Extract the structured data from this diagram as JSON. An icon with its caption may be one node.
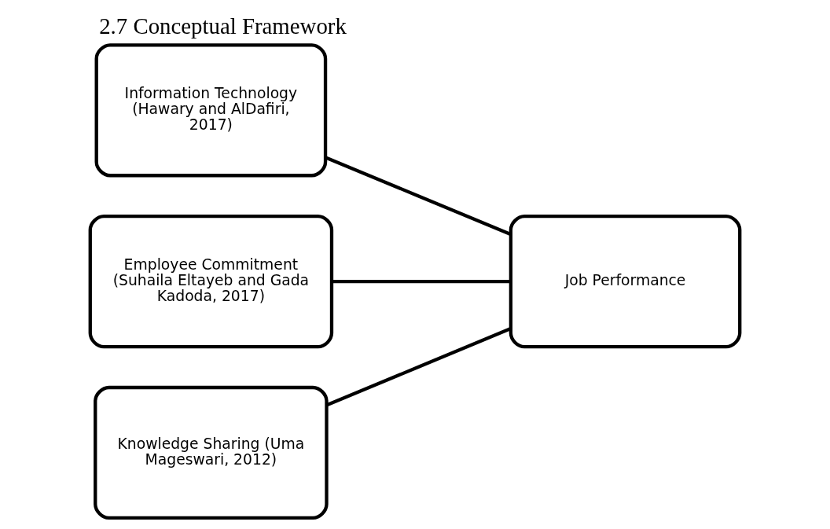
{
  "diagram": {
    "title": "2.7 Conceptual Framework",
    "nodes": [
      {
        "text": [
          "Information Technology (Hawary and AlDafiri, 2017)"
        ]
      },
      {
        "text": [
          "Employee Commitment (Suhaila Eltayeb and Gada Kadoda, 2017)"
        ]
      },
      {
        "text": [
          "Knowledge Sharing (Uma Mageswari, 2012)"
        ]
      },
      {
        "text": [
          "Job Performance"
        ]
      }
    ],
    "edges": [
      {
        "from": 0,
        "to": 3,
        "arrow": "none"
      },
      {
        "from": 1,
        "to": 3,
        "arrow": "none"
      },
      {
        "from": 2,
        "to": 3,
        "arrow": "none"
      }
    ]
  }
}
